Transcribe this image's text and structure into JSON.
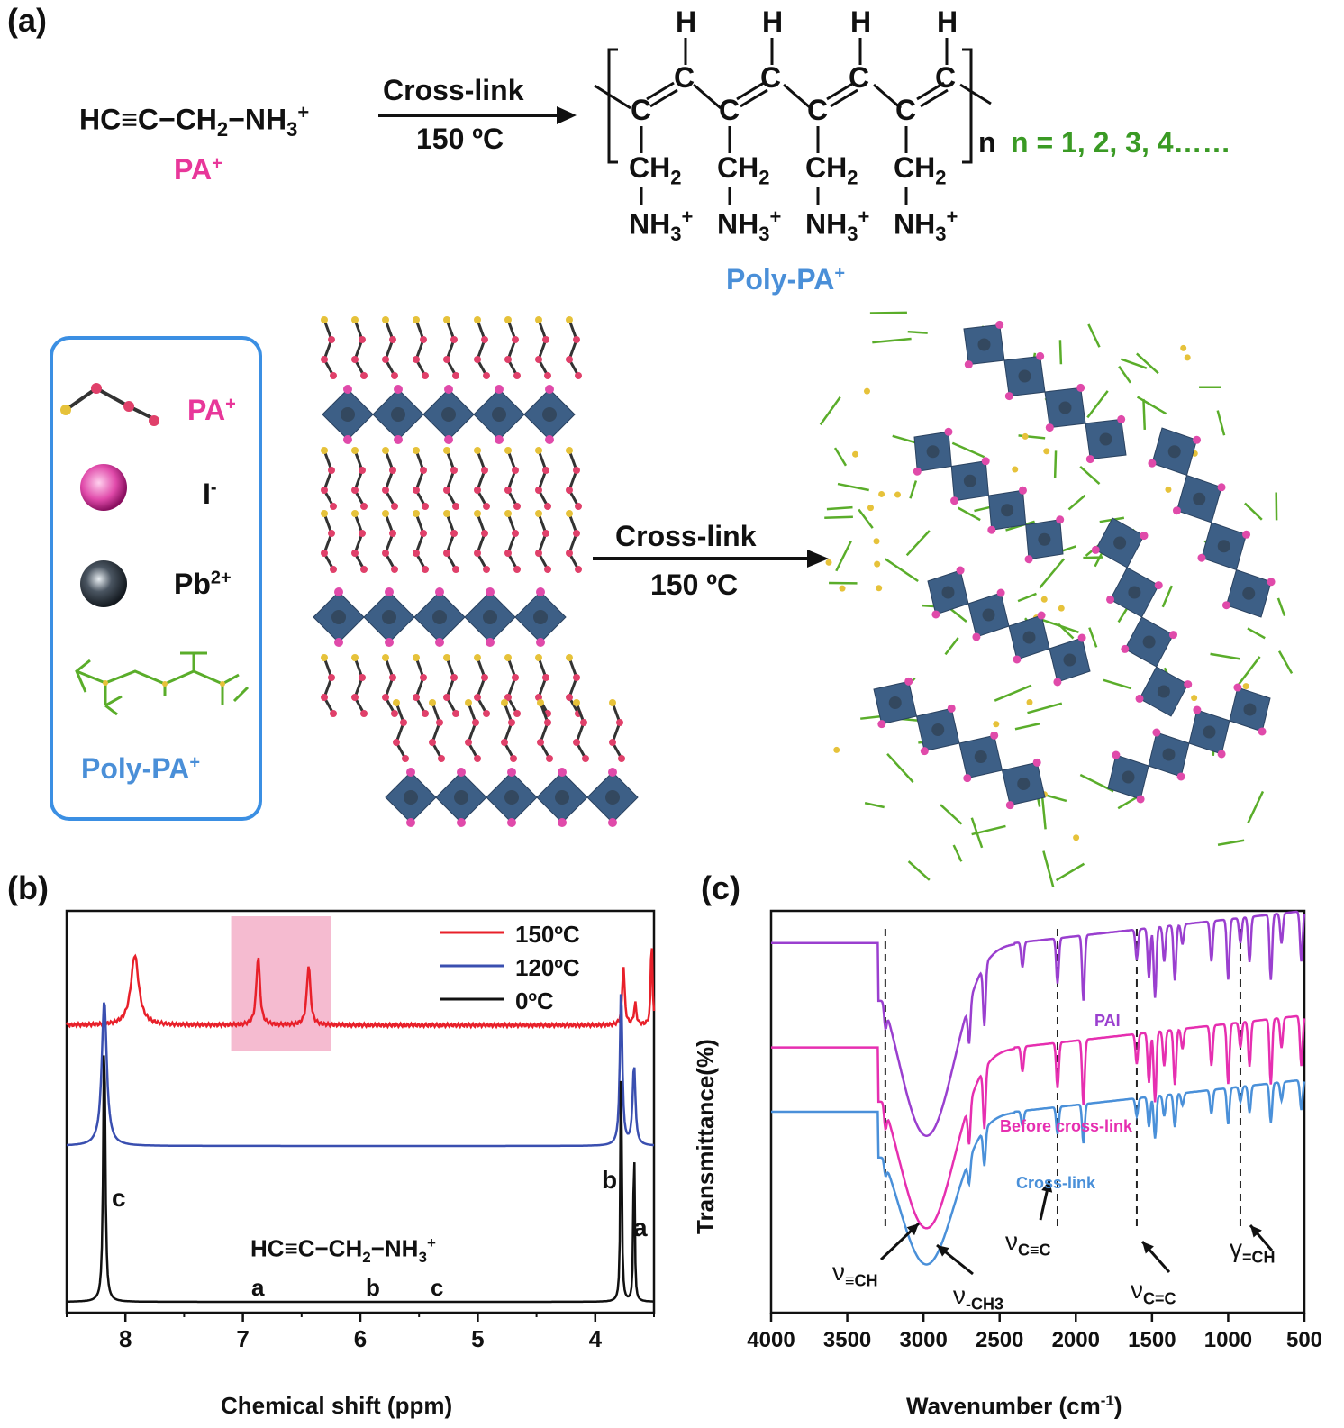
{
  "panel_a": {
    "label": "(a)",
    "reactant": "HC≡C−CH2−NH3+",
    "reactant_name": "PA+",
    "arrow_top": "Cross-link",
    "arrow_bottom": "150 ºC",
    "polymer_n": "n",
    "polymer_note": "n = 1, 2, 3, 4……",
    "polymer_name": "Poly-PA+",
    "chain_atom": "C",
    "h_atom": "H",
    "side_ch2": "CH2",
    "side_nh3": "NH3+",
    "legend": {
      "pa": "PA+",
      "iodide": "I-",
      "lead": "Pb2+",
      "poly": "Poly-PA+"
    },
    "arrow2_top": "Cross-link",
    "arrow2_bottom": "150 ºC",
    "colors": {
      "pink": "#e8379a",
      "blue": "#4a8fd8",
      "green": "#3a9a24",
      "octahedra": "#3d5f86"
    }
  },
  "panel_b": {
    "label": "(b)",
    "xlabel": "Chemical shift (ppm)",
    "legend": [
      "150ºC",
      "120ºC",
      "0ºC"
    ],
    "molecule": "HC≡C−CH2−NH3+",
    "inline_labels": [
      "a",
      "b",
      "c"
    ],
    "peak_labels": [
      "c",
      "b",
      "a"
    ]
  },
  "panel_c": {
    "label": "(c)",
    "xlabel": "Wavenumber (cm-1)",
    "ylabel": "Transmittance(%)",
    "series_labels": [
      "PAI",
      "Before cross-link",
      "Cross-link"
    ],
    "annotations": [
      "ν≡CH",
      "ν-CH3",
      "νC≡C",
      "νC=C",
      "γ=CH"
    ]
  },
  "chart_data": [
    {
      "type": "line",
      "xlabel": "Chemical shift (ppm)",
      "ylabel": "",
      "xlim": [
        8.5,
        3.5
      ],
      "x_ticks": [
        8,
        7,
        6,
        5,
        4
      ],
      "grid": false,
      "legend_position": "top-right",
      "highlight_region_ppm": [
        7.1,
        6.25
      ],
      "series": [
        {
          "name": "150ºC",
          "color": "#e8202a",
          "peaks_ppm": [
            7.92,
            6.87,
            6.44,
            3.76,
            3.66,
            3.52
          ],
          "peak_heights": [
            0.65,
            0.64,
            0.56,
            0.55,
            0.2,
            0.85
          ],
          "peak_widths": [
            0.04,
            0.018,
            0.018,
            0.012,
            0.012,
            0.008
          ]
        },
        {
          "name": "120ºC",
          "color": "#3a4fb0",
          "peaks_ppm": [
            8.18,
            3.78,
            3.67
          ],
          "peak_heights": [
            0.9,
            1.0,
            0.5
          ],
          "peak_widths": [
            0.025,
            0.012,
            0.014
          ]
        },
        {
          "name": "0ºC",
          "color": "#111111",
          "peaks_ppm": [
            8.18,
            3.78,
            3.67
          ],
          "peak_heights": [
            0.95,
            1.0,
            0.63
          ],
          "peak_widths": [
            0.01,
            0.006,
            0.006
          ]
        }
      ]
    },
    {
      "type": "line",
      "xlabel": "Wavenumber (cm-1)",
      "ylabel": "Transmittance(%)",
      "xlim": [
        4000,
        500
      ],
      "x_ticks": [
        4000,
        3500,
        3000,
        2500,
        2000,
        1500,
        1000,
        500
      ],
      "grid": false,
      "reference_lines_cm1": [
        3250,
        2120,
        1600,
        920
      ],
      "series": [
        {
          "name": "PAI",
          "color": "#9a3fcf",
          "baseline": 0.08,
          "drop": 0.48
        },
        {
          "name": "Before cross-link",
          "color": "#e62fb0",
          "baseline": 0.34,
          "drop": 0.45
        },
        {
          "name": "Cross-link",
          "color": "#4a90d9",
          "baseline": 0.5,
          "drop": 0.38
        }
      ]
    }
  ]
}
